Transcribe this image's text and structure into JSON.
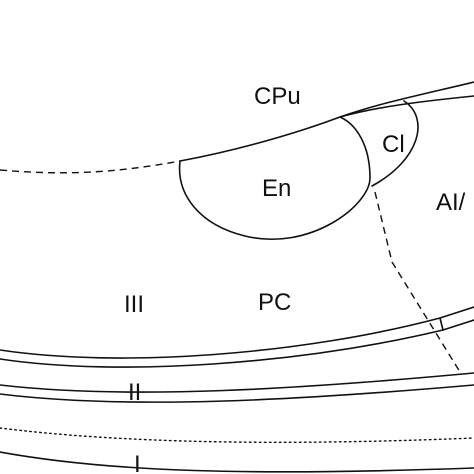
{
  "labels": {
    "cpu": "CPu",
    "cl": "Cl",
    "en": "En",
    "ai": "AI/",
    "iii": "III",
    "pc": "PC",
    "ii": "II",
    "i": "I"
  }
}
